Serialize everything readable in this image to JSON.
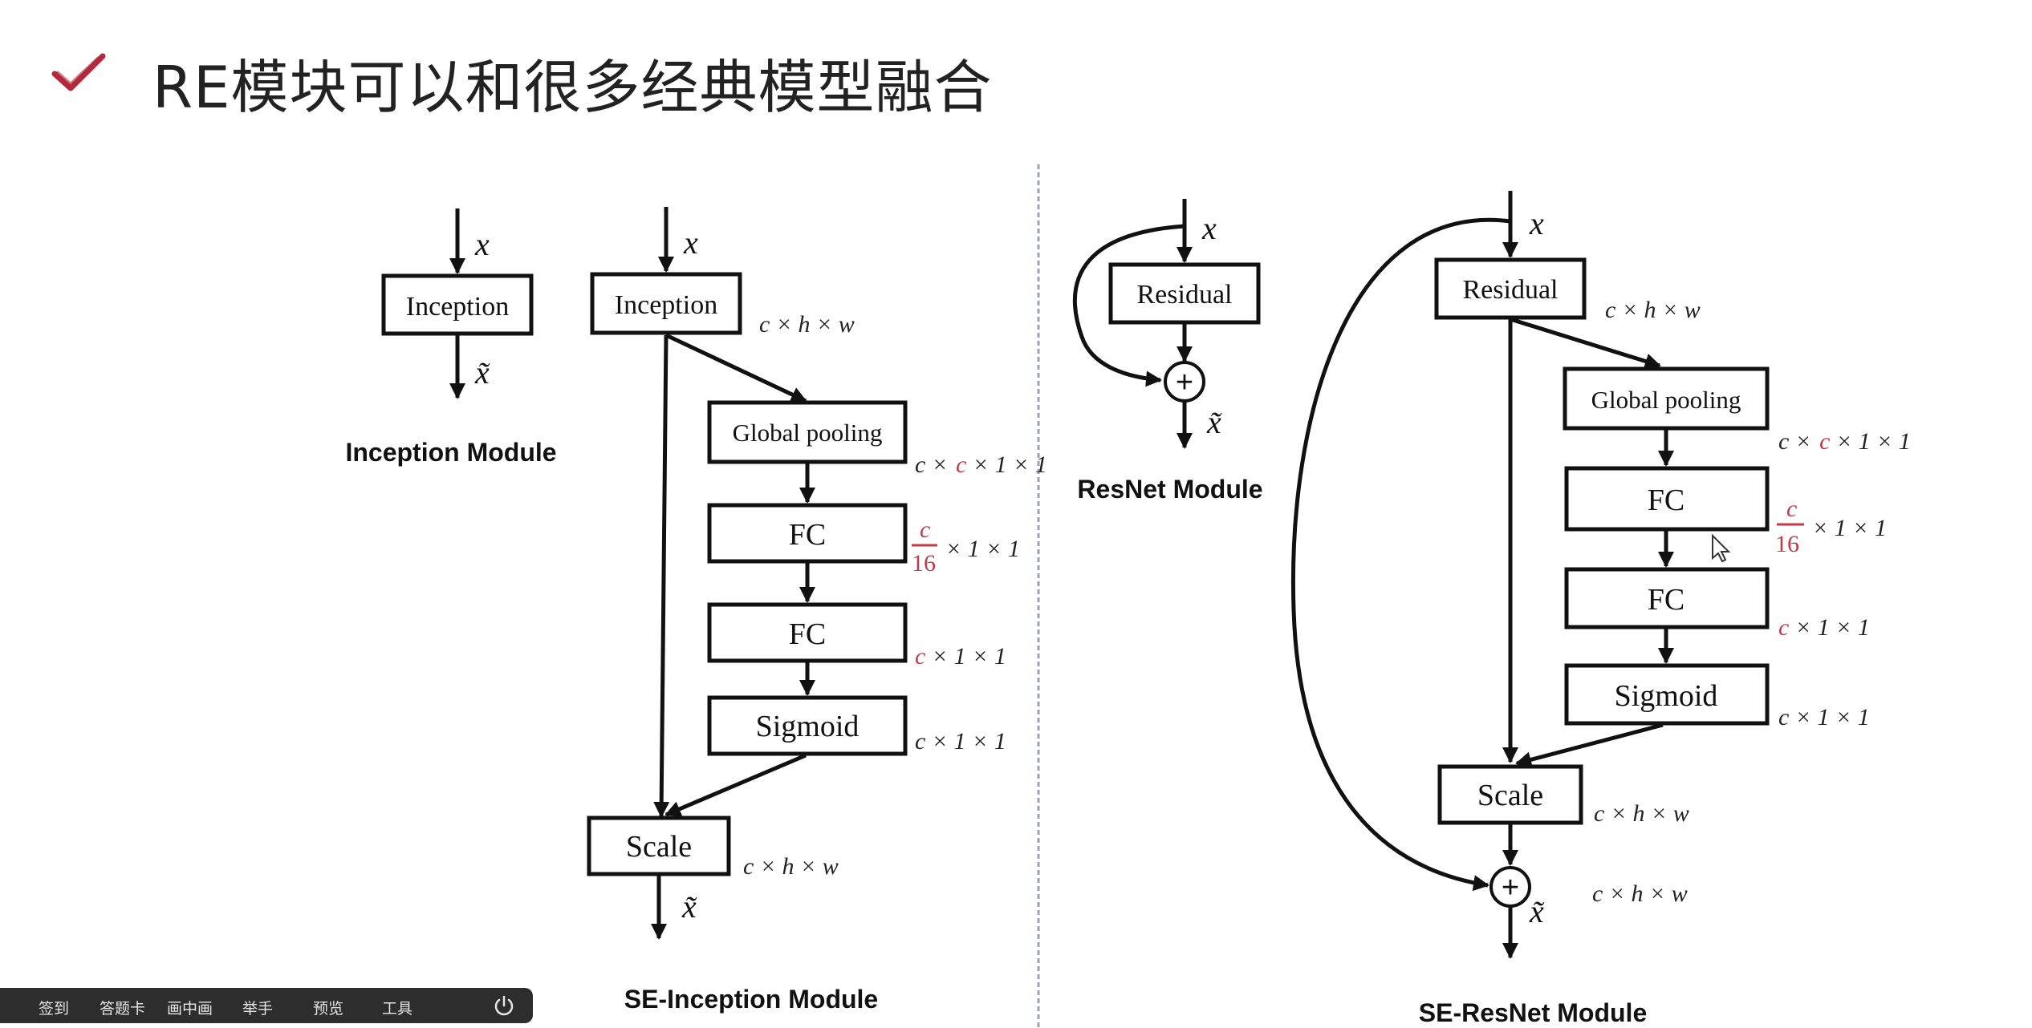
{
  "slide": {
    "title": "RE模块可以和很多经典模型融合",
    "accent_color": "#b4283c",
    "icon": "check-icon"
  },
  "diagrams": {
    "inception_module": {
      "input": "x",
      "block": "Inception",
      "output": "x̃",
      "caption": "Inception Module"
    },
    "se_inception_module": {
      "input": "x",
      "blocks": [
        "Inception",
        "Global pooling",
        "FC",
        "FC",
        "Sigmoid",
        "Scale"
      ],
      "dims": {
        "inception": "c × h × w",
        "pool_c": "c",
        "pool_rest": " × 1 × 1",
        "fc1_num": "c",
        "fc1_den": "16",
        "fc1_rest": "× 1 × 1",
        "fc2_c": "c",
        "fc2_rest": " × 1 × 1",
        "sigmoid": "c × 1 × 1",
        "scale": "c × h × w"
      },
      "output": "x̃",
      "caption": "SE-Inception Module"
    },
    "resnet_module": {
      "input": "x",
      "block": "Residual",
      "output": "x̃",
      "plus": "+",
      "caption": "ResNet Module"
    },
    "se_resnet_module": {
      "input": "x",
      "blocks": [
        "Residual",
        "Global pooling",
        "FC",
        "FC",
        "Sigmoid",
        "Scale"
      ],
      "dims": {
        "residual": "c × h × w",
        "pool_c": "c",
        "pool_rest": " × 1 × 1",
        "fc1_num": "c",
        "fc1_den": "16",
        "fc1_rest": "× 1 × 1",
        "fc2_c": "c",
        "fc2_rest": " × 1 × 1",
        "sigmoid": "c × 1 × 1",
        "scale": "c × h × w",
        "sum": "c × h × w"
      },
      "output": "x̃",
      "plus": "+",
      "caption": "SE-ResNet Module"
    }
  },
  "toolbar": {
    "items": [
      "签到",
      "答题卡",
      "画中画",
      "举手",
      "预览",
      "工具"
    ],
    "icons": [
      "power-icon"
    ]
  }
}
